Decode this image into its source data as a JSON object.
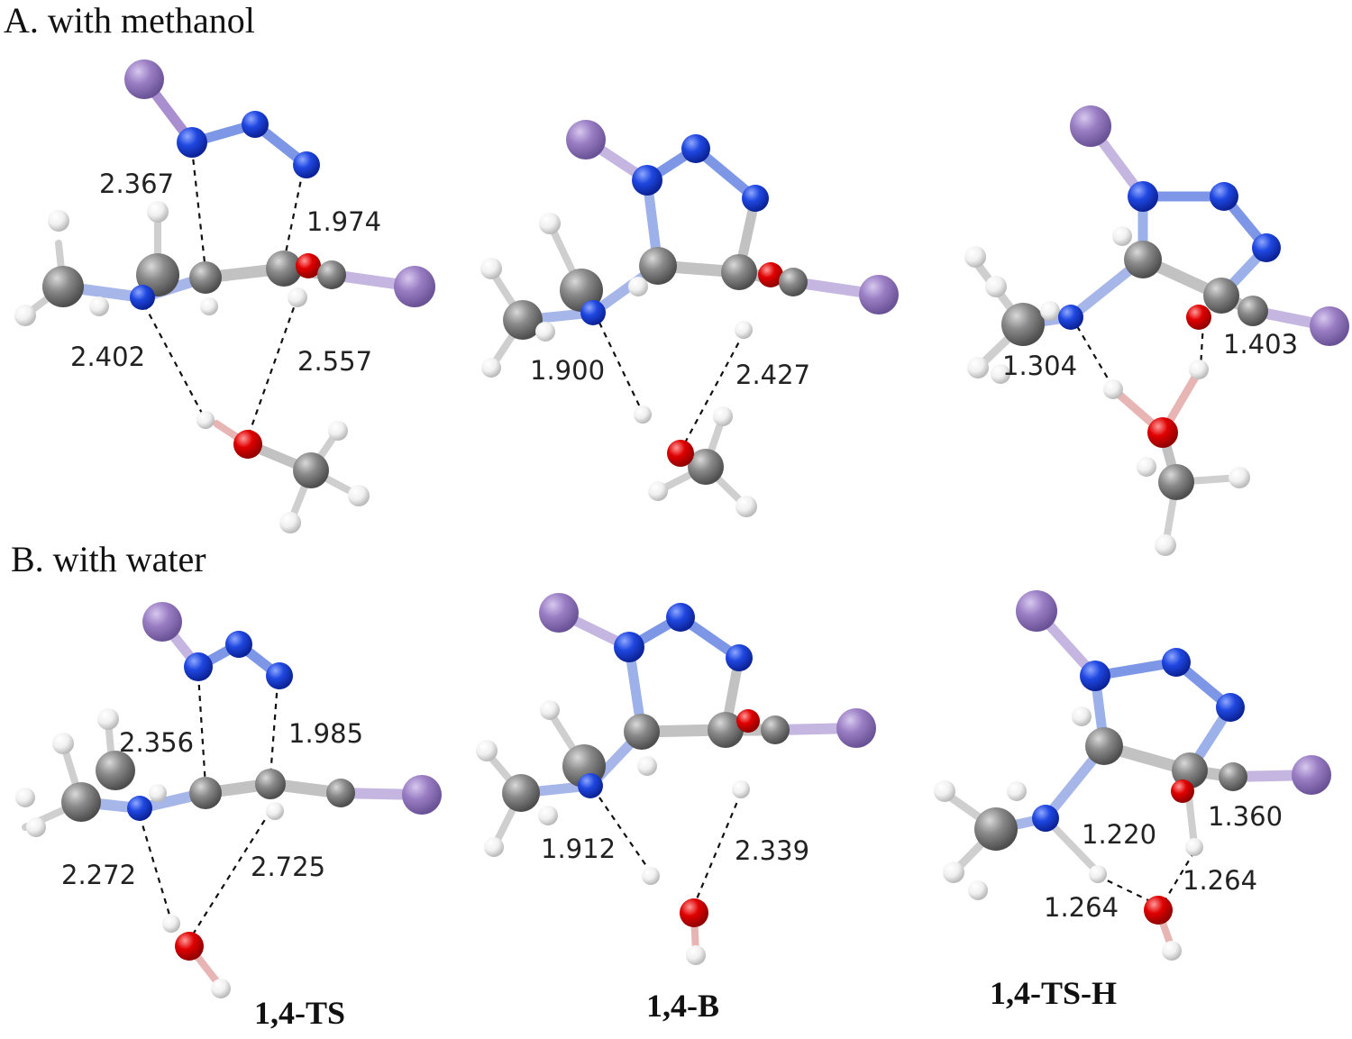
{
  "sections": {
    "a_label": "A. with methanol",
    "b_label": "B. with water"
  },
  "structure_labels": {
    "ts": "1,4-TS",
    "b": "1,4-B",
    "ts_h": "1,4-TS-H"
  },
  "distances": {
    "a_ts": [
      "2.367",
      "1.974",
      "2.402",
      "2.557"
    ],
    "a_b": [
      "1.900",
      "2.427"
    ],
    "a_tsh": [
      "1.304",
      "1.403"
    ],
    "b_ts": [
      "2.356",
      "1.985",
      "2.272",
      "2.725"
    ],
    "b_b": [
      "1.912",
      "2.339"
    ],
    "b_tsh": [
      "1.220",
      "1.360",
      "1.264",
      "1.264"
    ]
  },
  "colors": {
    "nitrogen": "#1f47e0",
    "carbon": "#8a8a8a",
    "oxygen": "#e00000",
    "hydrogen": "#f0f0f0",
    "substituent": "#9a7ec4",
    "bond": "#b5b5b5",
    "bond_blue": "#7d97e6"
  }
}
